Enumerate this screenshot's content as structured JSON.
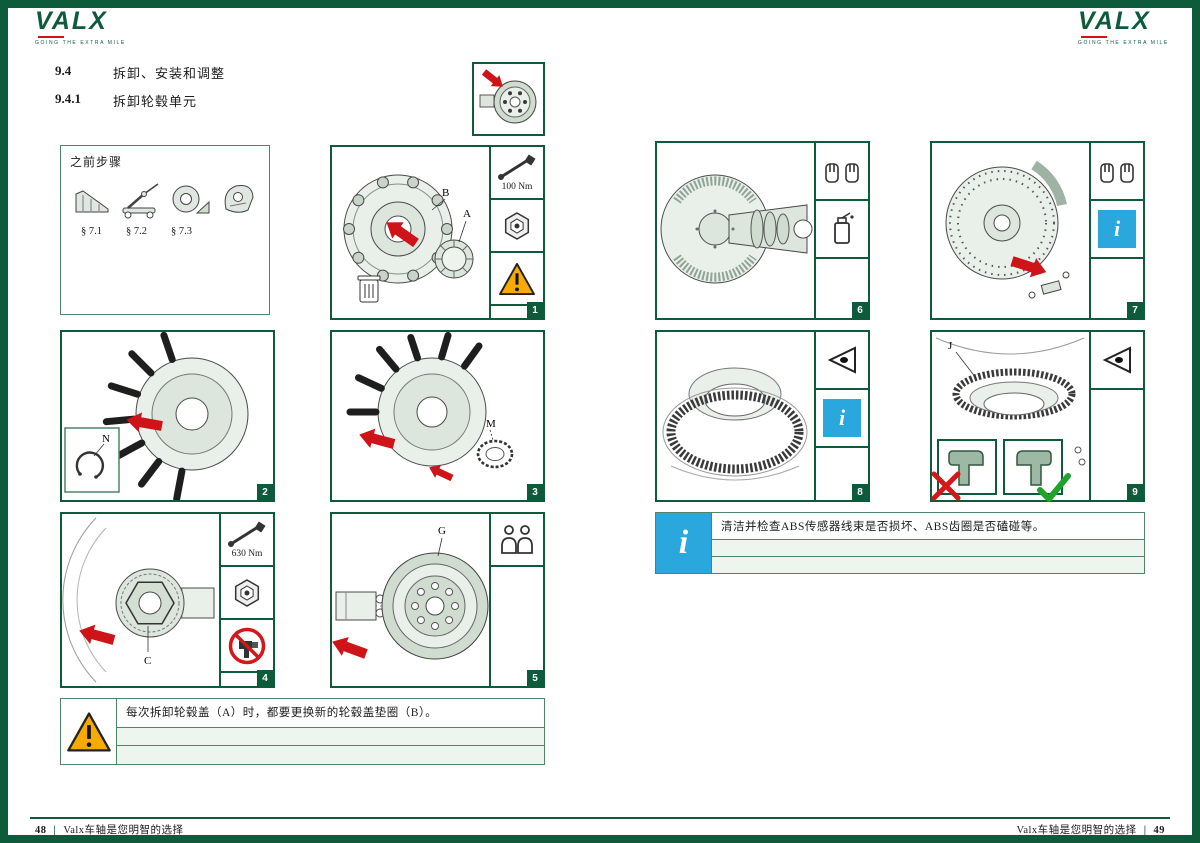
{
  "brand": {
    "logo": "VALX",
    "tagline": "GOING THE EXTRA MILE"
  },
  "headings": {
    "h1": {
      "num": "9.4",
      "title": "拆卸、安装和调整"
    },
    "h2": {
      "num": "9.4.1",
      "title": "拆卸轮毂单元"
    }
  },
  "prev_steps": {
    "title": "之前步骤",
    "ref1": "§ 7.1",
    "ref2": "§ 7.2",
    "ref3": "§ 7.3"
  },
  "panels": {
    "p1": {
      "num": "1",
      "torque": "100 Nm",
      "label_a": "A",
      "label_b": "B"
    },
    "p2": {
      "num": "2",
      "label_n": "N"
    },
    "p3": {
      "num": "3",
      "label_m": "M"
    },
    "p4": {
      "num": "4",
      "torque": "630 Nm",
      "label_c": "C"
    },
    "p5": {
      "num": "5",
      "label_g": "G"
    },
    "p6": {
      "num": "6"
    },
    "p7": {
      "num": "7"
    },
    "p8": {
      "num": "8"
    },
    "p9": {
      "num": "9",
      "label_j": "J"
    }
  },
  "notes": {
    "warning": "每次拆卸轮毂盖（A）时，都要更换新的轮毂盖垫圈（B）。",
    "info": "清洁并检查ABS传感器线束是否损坏、ABS齿圈是否磕碰等。",
    "info_i": "i"
  },
  "footer": {
    "left_num": "48",
    "sep": "|",
    "left_text": "Valx车轴是您明智的选择",
    "right_text": "Valx车轴是您明智的选择",
    "right_num": "49"
  },
  "colors": {
    "green": "#0e5b3c",
    "red": "#cf1419",
    "info_blue": "#2aa7dd",
    "warning_yellow": "#f7ab00"
  }
}
